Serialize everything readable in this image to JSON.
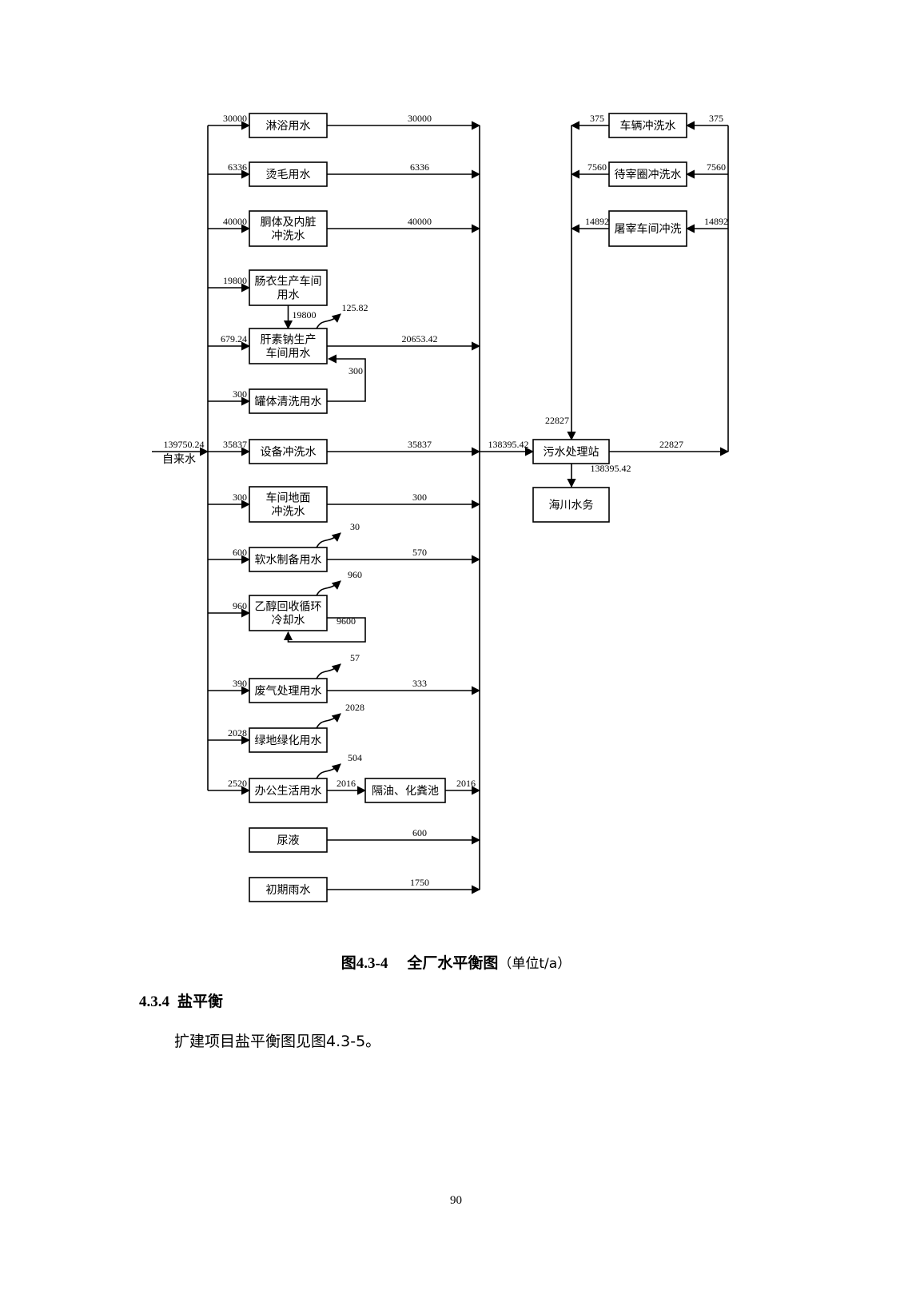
{
  "figure": {
    "caption_number": "图4.3-4",
    "caption_title": "全厂水平衡图",
    "caption_unit": "（单位t/a）",
    "source": {
      "label": "自来水",
      "total": "139750.24"
    },
    "units": [
      {
        "id": "u1",
        "lines": [
          "淋浴用水"
        ],
        "in": "30000",
        "out": "30000"
      },
      {
        "id": "u2",
        "lines": [
          "烫毛用水"
        ],
        "in": "6336",
        "out": "6336"
      },
      {
        "id": "u3",
        "lines": [
          "胴体及内脏",
          "冲洗水"
        ],
        "in": "40000",
        "out": "40000"
      },
      {
        "id": "u4",
        "lines": [
          "肠衣生产车间",
          "用水"
        ],
        "in": "19800",
        "to_next": "19800"
      },
      {
        "id": "u5",
        "lines": [
          "肝素钠生产",
          "车间用水"
        ],
        "in": "679.24",
        "loss": "125.82",
        "out": "20653.42"
      },
      {
        "id": "u6",
        "lines": [
          "罐体清洗用水"
        ],
        "in": "300",
        "return": "300"
      },
      {
        "id": "u7",
        "lines": [
          "设备冲洗水"
        ],
        "in": "35837",
        "out": "35837"
      },
      {
        "id": "u8",
        "lines": [
          "车间地面",
          "冲洗水"
        ],
        "in": "300",
        "out": "300"
      },
      {
        "id": "u9",
        "lines": [
          "软水制备用水"
        ],
        "in": "600",
        "loss": "30",
        "out": "570"
      },
      {
        "id": "u10",
        "lines": [
          "乙醇回收循环",
          "冷却水"
        ],
        "in": "960",
        "loss": "960",
        "recycle": "9600"
      },
      {
        "id": "u11",
        "lines": [
          "废气处理用水"
        ],
        "in": "390",
        "loss": "57",
        "out": "333"
      },
      {
        "id": "u12",
        "lines": [
          "绿地绿化用水"
        ],
        "in": "2028",
        "loss": "2028"
      },
      {
        "id": "u13",
        "lines": [
          "办公生活用水"
        ],
        "in": "2520",
        "loss": "504",
        "out": "2016"
      },
      {
        "id": "u14",
        "lines": [
          "尿液"
        ],
        "out": "600"
      },
      {
        "id": "u15",
        "lines": [
          "初期雨水"
        ],
        "out": "1750"
      }
    ],
    "septic": {
      "label": "隔油、化粪池",
      "out": "2016"
    },
    "treatment": {
      "label": "污水处理站",
      "in": "138395.42",
      "reuse_out": "22827",
      "reuse_in": "22827"
    },
    "discharge": {
      "label": "海川水务",
      "flow": "138395.42"
    },
    "reuse_units": [
      {
        "id": "r1",
        "label": "车辆冲洗水",
        "flow": "375"
      },
      {
        "id": "r2",
        "label": "待宰圈冲洗水",
        "flow": "7560"
      },
      {
        "id": "r3",
        "label": "屠宰车间冲洗",
        "flow": "14892"
      }
    ]
  },
  "section": {
    "number": "4.3.4",
    "title": "盐平衡"
  },
  "paragraph": "扩建项目盐平衡图见图4.3-5。",
  "page_number": "90"
}
